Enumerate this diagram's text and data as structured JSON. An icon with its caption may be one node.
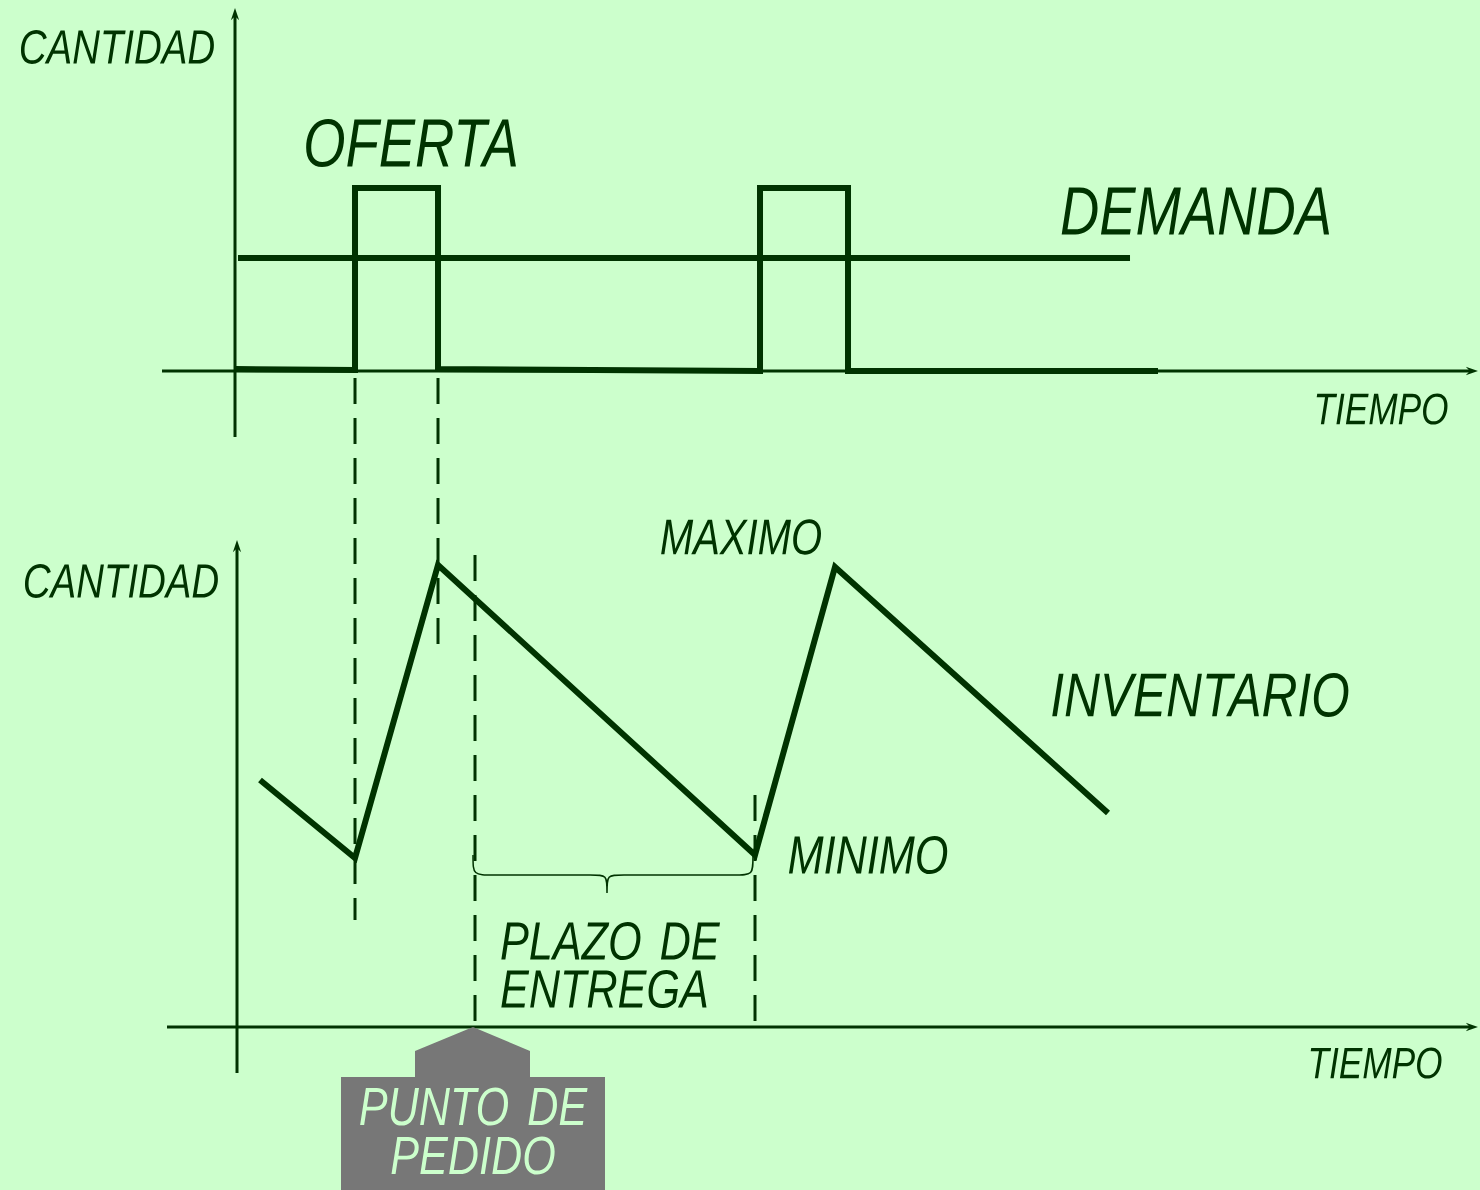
{
  "diagram": {
    "nodes": [
      {
        "text": [
          "PUNTO DE PEDIDO"
        ]
      }
    ],
    "labels": [
      "CANTIDAD",
      "OFERTA",
      "DEMANDA",
      "TIEMPO",
      "CANTIDAD",
      "MAXIMO",
      "INVENTARIO",
      "MINIMO",
      "PLAZO DE ENTREGA",
      "TIEMPO"
    ]
  }
}
